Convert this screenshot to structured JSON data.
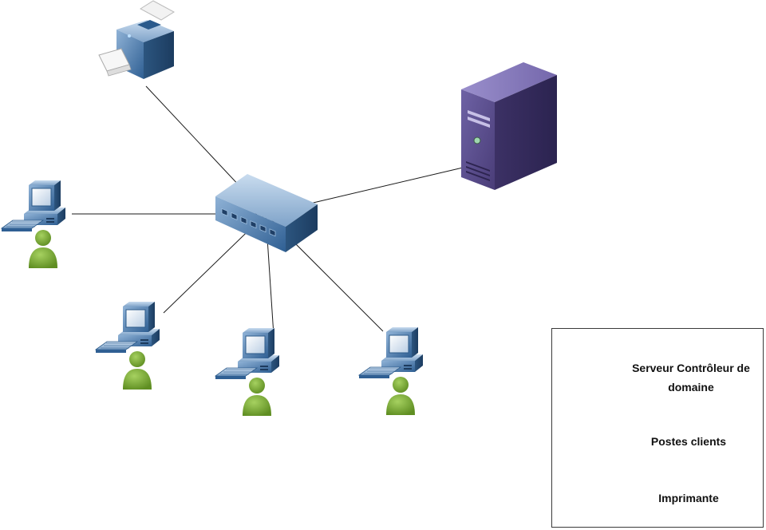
{
  "diagram": {
    "nodes": [
      {
        "id": "printer",
        "type": "printer"
      },
      {
        "id": "switch",
        "type": "switch"
      },
      {
        "id": "server",
        "type": "server"
      },
      {
        "id": "client-1",
        "type": "client"
      },
      {
        "id": "client-2",
        "type": "client"
      },
      {
        "id": "client-3",
        "type": "client"
      },
      {
        "id": "client-4",
        "type": "client"
      }
    ],
    "links": [
      {
        "from": "printer",
        "to": "switch"
      },
      {
        "from": "server",
        "to": "switch"
      },
      {
        "from": "client-1",
        "to": "switch"
      },
      {
        "from": "client-2",
        "to": "switch"
      },
      {
        "from": "client-3",
        "to": "switch"
      },
      {
        "from": "client-4",
        "to": "switch"
      }
    ],
    "colors": {
      "equipment_blue": "#3f6fa4",
      "server_purple": "#5b4c8a",
      "user_green": "#7fae3a",
      "link_line": "#1a1a1a"
    }
  },
  "legend": {
    "server_label_line1": "Serveur Contrôleur de",
    "server_label_line2": "domaine",
    "clients_label": "Postes clients",
    "printer_label": "Imprimante"
  }
}
